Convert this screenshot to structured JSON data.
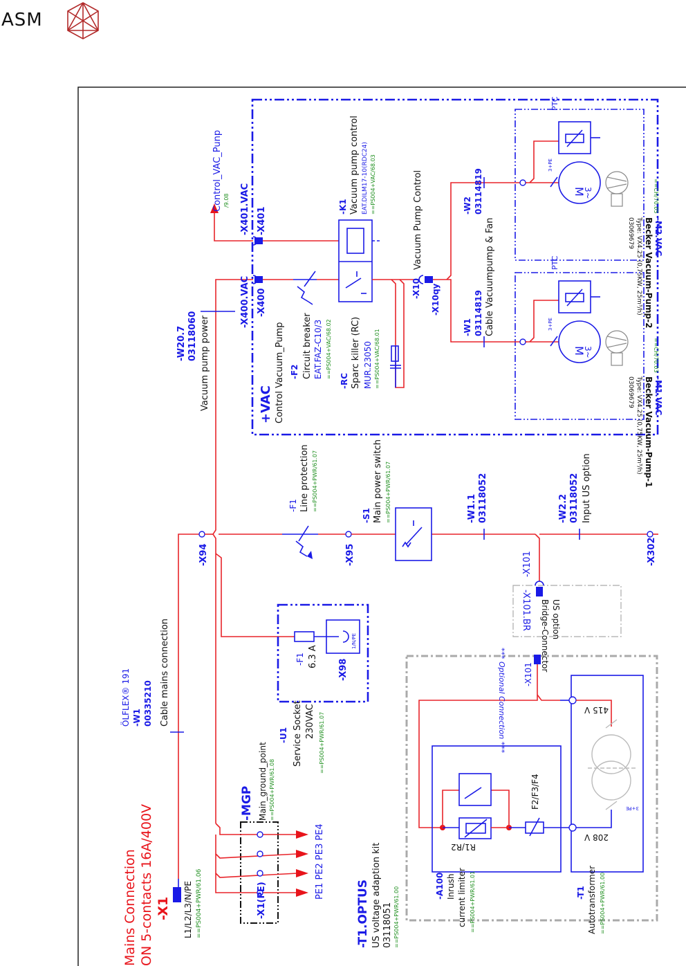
{
  "logo": {
    "text": "ASM",
    "icon": "asm-crystal-logo-icon",
    "icon_color": "#b22a2a"
  },
  "colors": {
    "wire": "#e8242a",
    "component": "#1a1ae6",
    "reference": "#1f8f1f",
    "title": "#e8141b",
    "optional": "#aaaaaa"
  },
  "mains": {
    "title_line1": "Mains Connection",
    "title_line2": "ON 5-contacts 16A/400V",
    "tag": "-X1",
    "pins": "L1/L2/L3/N/PE",
    "ref": "==PS004+PWR/61.06"
  },
  "cable_w1": {
    "brand": "ÖLFLEX® 191",
    "tag": "-W1",
    "number": "00335210",
    "desc": "Cable mains connection"
  },
  "mgp": {
    "tag": "-MGP",
    "desc": "Main_ground_point",
    "ref": "==PS004+PWR/61.08",
    "terminal": "-X1(PE)",
    "outputs": "PE1 PE2 PE3 PE4"
  },
  "u1": {
    "tag": "-U1",
    "desc1": "Service Socket",
    "desc2": "230VAC",
    "ref": "==PS004+PWR/61.07",
    "fuse_tag": "-F1",
    "fuse_rating": "6.3 A",
    "socket_tag": "-X98",
    "socket_pins": "1/N/PE"
  },
  "x94": {
    "tag": "-X94"
  },
  "f1": {
    "tag": "-F1",
    "desc": "Line protection",
    "ref": "==PS004+PWR/61.07",
    "poles": "3"
  },
  "x95": {
    "tag": "-X95"
  },
  "s1": {
    "tag": "-S1",
    "desc": "Main power switch",
    "ref": "==PS004+PWR/61.07",
    "poles": "3"
  },
  "w1_1": {
    "tag": "-W1.1",
    "number": "03118052"
  },
  "w2_2": {
    "tag": "-W2.2",
    "number": "03118052",
    "desc": "Input US option"
  },
  "x302": {
    "tag": "-X302"
  },
  "x101": {
    "tag": "-X101"
  },
  "bridge": {
    "tag": "-X101.BR",
    "desc1": "Bridge-Connector",
    "desc2": "US option"
  },
  "optional_label": "*** Optional Connection ***",
  "optus": {
    "tag": "-T1.OPTUS",
    "desc": "US voltage adaption kit",
    "number": "03118051",
    "ref": "==PS004+PWR/61.00",
    "x101_tag": "-X101",
    "a100": {
      "tag": "-A100",
      "desc1": "Inrush",
      "desc2": "current limiter",
      "ref": "==PS004+PWR/61.01",
      "resistor": "R1/R2",
      "fuses": "F2/F3/F4",
      "poles": "3"
    },
    "t1": {
      "tag": "-T1",
      "desc": "Autotransformer",
      "ref": "==PS004+PWR/61.00",
      "v_in": "208 V",
      "v_out": "415 V",
      "in_poles": "3+PE",
      "out_poles": "3"
    }
  },
  "w20_7": {
    "tag": "-W20.7",
    "number": "03118060",
    "desc": "Vacuum pump power"
  },
  "vac": {
    "tag": "+VAC",
    "desc": "Control Vacuum_Pump",
    "x400": {
      "tag": "-X400.VAC",
      "pin": "-X400"
    },
    "x401": {
      "tag": "-X401.VAC",
      "pin": "-X401"
    },
    "control_signal": {
      "label": "Control_VAC_Punp",
      "ref": "/9.08"
    },
    "f2": {
      "tag": "-F2",
      "desc": "Circuit breaker",
      "part": "EAT.FAZ-C10/3",
      "ref": "==PS004+VAC/68.02",
      "poles": "3"
    },
    "rc": {
      "tag": "-RC",
      "desc": "Sparc killer (RC)",
      "part": "MUR.23050",
      "ref": "==PS004+VAC/68.01"
    },
    "k1": {
      "tag": "-K1",
      "desc": "Vacuum pump control",
      "part": "EAT.DILM17-10(RDC24)",
      "ref": "==PS004+VAC/68.03"
    },
    "x10": {
      "tag": "-X10",
      "pin": "-X10qy",
      "desc": "Vacuum Pump Control"
    },
    "w1": {
      "tag": "-W1",
      "number": "03114819",
      "desc": "Cable Vacuumpump & Fan"
    },
    "w2": {
      "tag": "-W2",
      "number": "03114819"
    },
    "pumps": [
      {
        "tag": "-M1.VAC",
        "ref": "==CH/70.03",
        "name": "Becker Vacuum-Pump-1",
        "type": "Type: VX4.25 (0,75KW, 25m³/h)",
        "number": "03069679",
        "ptc": "PTC",
        "poles": "3+PE",
        "motor": "M",
        "phase": "3~"
      },
      {
        "tag": "-M2.VAC",
        "ref": "==CH/70.05",
        "name": "Becker Vacuum-Pump-2",
        "type": "Type: VX4.25 (0,75KW, 25m³/h)",
        "number": "03069679",
        "ptc": "PTC",
        "poles": "3+PE",
        "motor": "M",
        "phase": "3~"
      }
    ]
  }
}
